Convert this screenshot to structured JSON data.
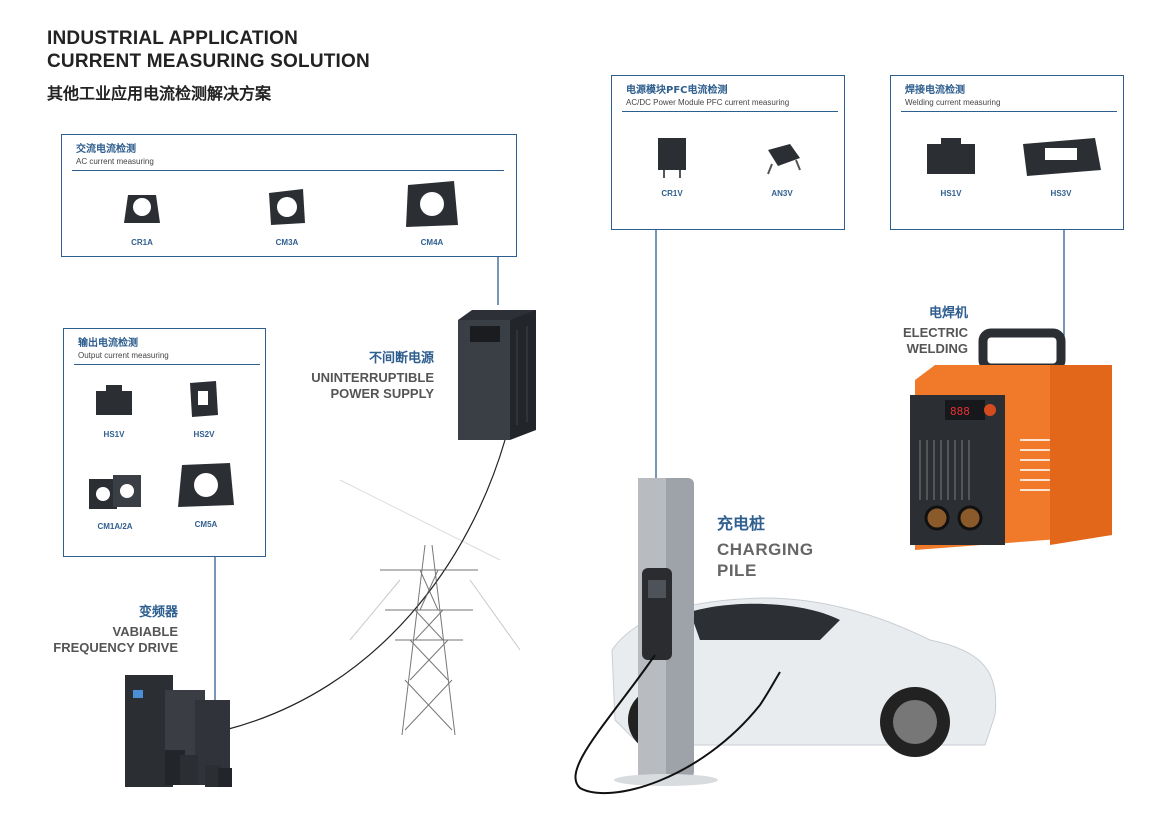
{
  "header": {
    "title_line1": "INDUSTRIAL APPLICATION",
    "title_line2": "CURRENT MEASURING SOLUTION",
    "title_cn": "其他工业应用电流检测解决方案"
  },
  "panels": {
    "ac": {
      "title_cn": "交流电流检测",
      "title_en": "AC current measuring",
      "products": [
        "CR1A",
        "CM3A",
        "CM4A"
      ]
    },
    "output": {
      "title_cn": "输出电流检测",
      "title_en": "Output current measuring",
      "products": [
        "HS1V",
        "HS2V",
        "CM1A/2A",
        "CM5A"
      ]
    },
    "pfc": {
      "title_cn": "电源模块PFC电流检测",
      "title_en": "AC/DC Power Module PFC current measuring",
      "products": [
        "CR1V",
        "AN3V"
      ]
    },
    "welding": {
      "title_cn": "焊接电流检测",
      "title_en": "Welding current measuring",
      "products": [
        "HS1V",
        "HS3V"
      ]
    }
  },
  "applications": {
    "ups": {
      "cn": "不间断电源",
      "en1": "UNINTERRUPTIBLE",
      "en2": "POWER SUPPLY"
    },
    "vfd": {
      "cn": "变频器",
      "en1": "VABIABLE",
      "en2": "FREQUENCY DRIVE"
    },
    "charging": {
      "cn": "充电桩",
      "en1": "CHARGING",
      "en2": "PILE"
    },
    "welder": {
      "cn": "电焊机",
      "en1": "ELECTRIC",
      "en2": "WELDING"
    }
  },
  "colors": {
    "accent": "#2f5f8f",
    "welder_orange": "#f07a2a",
    "device_dark": "#2b2e33"
  }
}
